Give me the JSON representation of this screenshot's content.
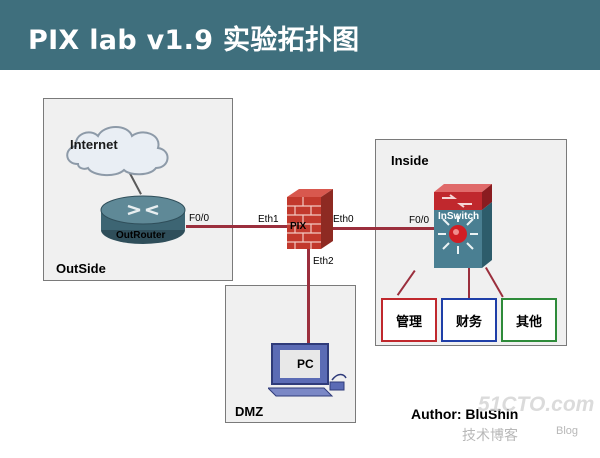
{
  "title": "PIX lab v1.9 实验拓扑图",
  "zones": {
    "outside": "OutSide",
    "inside": "Inside",
    "dmz": "DMZ"
  },
  "devices": {
    "internet": "Internet",
    "router": "OutRouter",
    "firewall": "PIX",
    "switch": "InSwitch",
    "pc": "PC"
  },
  "ports": {
    "router_f0": "F0/0",
    "pix_eth1": "Eth1",
    "pix_eth0": "Eth0",
    "pix_eth2": "Eth2",
    "switch_f0": "F0/0"
  },
  "departments": [
    "管理",
    "财务",
    "其他"
  ],
  "department_colors": [
    "#c0282d",
    "#1f3fa8",
    "#2e8b3a"
  ],
  "author": "Author: BluShin",
  "watermark": {
    "site": "51CTO.com",
    "sub": "技术博客",
    "blog": "Blog"
  },
  "colors": {
    "title_bar": "#3f6f7d",
    "wire": "#9b2f3d",
    "zone_bg": "#f0f0f0"
  }
}
